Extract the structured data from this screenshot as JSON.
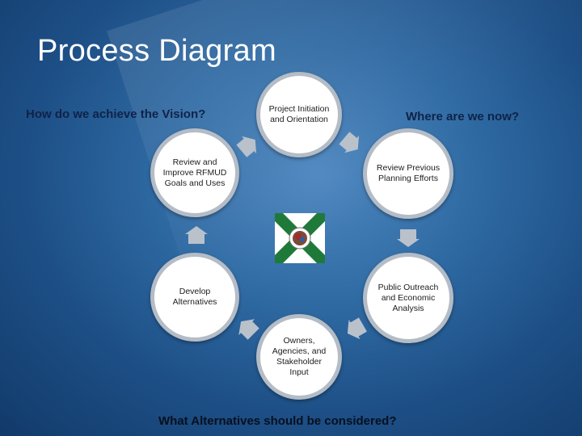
{
  "slide": {
    "title": "Process Diagram",
    "question_vision": "How do we achieve the Vision?",
    "question_now": "Where are we now?",
    "question_alternatives": "What Alternatives should be considered?"
  },
  "cycle": {
    "nodes": [
      {
        "label": "Project Initiation and Orientation"
      },
      {
        "label": "Review Previous Planning Efforts"
      },
      {
        "label": "Public Outreach and Economic Analysis"
      },
      {
        "label": "Owners, Agencies, and Stakeholder Input"
      },
      {
        "label": "Develop Alternatives"
      },
      {
        "label": "Review and Improve RFMUD Goals and Uses"
      }
    ]
  },
  "colors": {
    "background": "#2f6aa3",
    "node_fill": "#ffffff",
    "node_border": "#b4bcc6",
    "arrow_fill": "#b9c1cb",
    "flag_green": "#1f7a3a"
  }
}
